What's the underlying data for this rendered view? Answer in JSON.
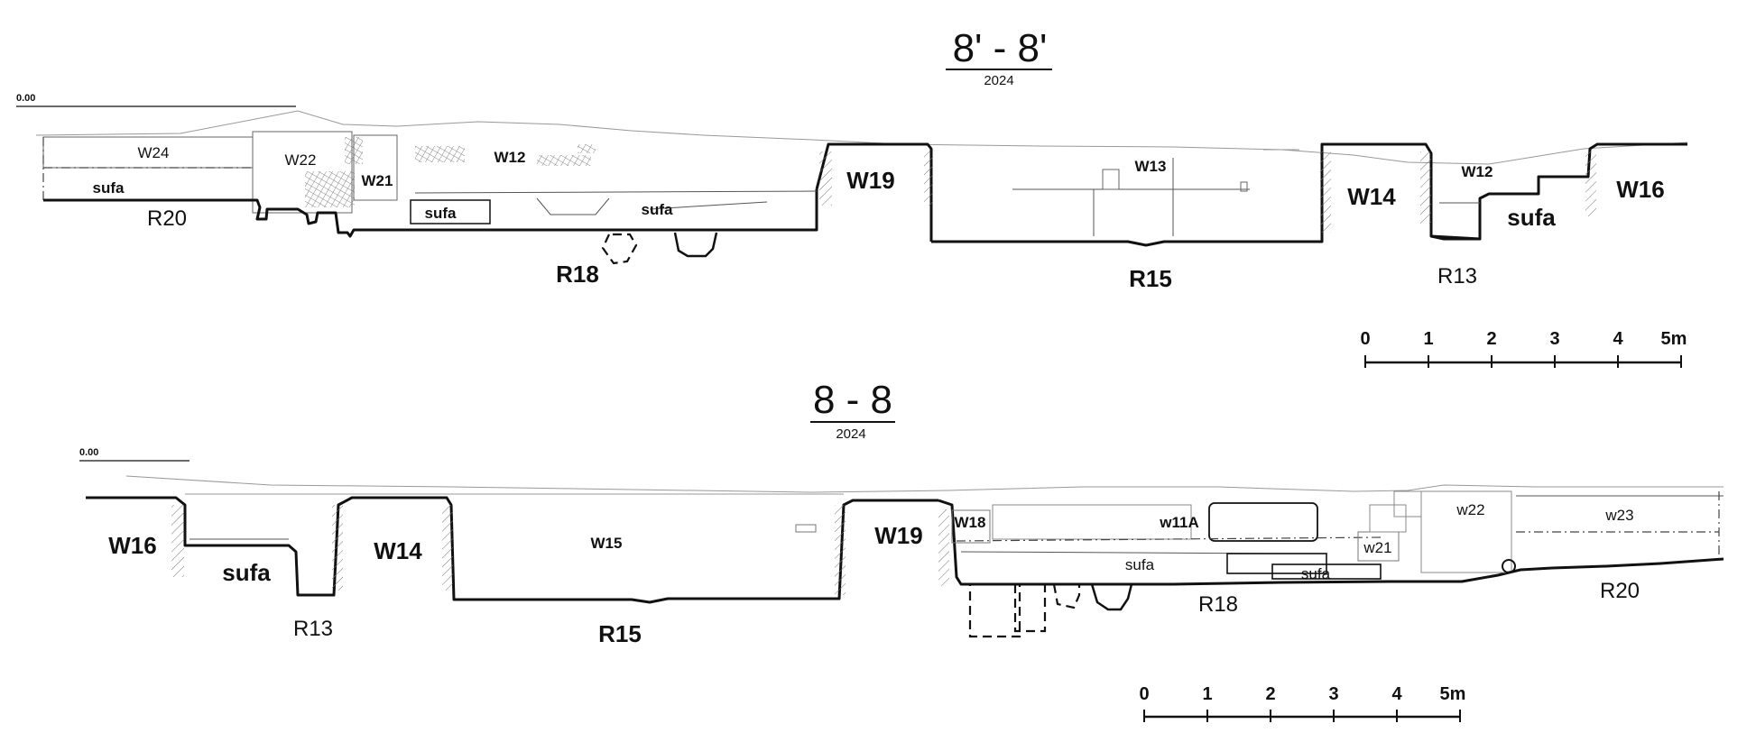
{
  "sections": [
    {
      "title": "8' - 8'",
      "year": "2024",
      "datum": "0.00",
      "labels": {
        "w24": "W24",
        "w22": "W22",
        "w21": "W21",
        "w12a": "W12",
        "w19": "W19",
        "w13": "W13",
        "w14": "W14",
        "w12b": "W12",
        "w16": "W16",
        "sufa1": "sufa",
        "sufa2": "sufa",
        "sufa3": "sufa",
        "sufa4": "sufa",
        "r20": "R20",
        "r18": "R18",
        "r15": "R15",
        "r13": "R13"
      },
      "scale": {
        "ticks": [
          "0",
          "1",
          "2",
          "3",
          "4",
          "5m"
        ]
      }
    },
    {
      "title": "8 - 8",
      "year": "2024",
      "datum": "0.00",
      "labels": {
        "w16": "W16",
        "sufa1": "sufa",
        "w14": "W14",
        "w15": "W15",
        "w19": "W19",
        "w18": "W18",
        "w11a": "w11A",
        "sufa2": "sufa",
        "w21": "w21",
        "sufa3": "sufa",
        "w22": "w22",
        "w23": "w23",
        "r13": "R13",
        "r15": "R15",
        "r18": "R18",
        "r20": "R20"
      },
      "scale": {
        "ticks": [
          "0",
          "1",
          "2",
          "3",
          "4",
          "5m"
        ]
      }
    }
  ]
}
